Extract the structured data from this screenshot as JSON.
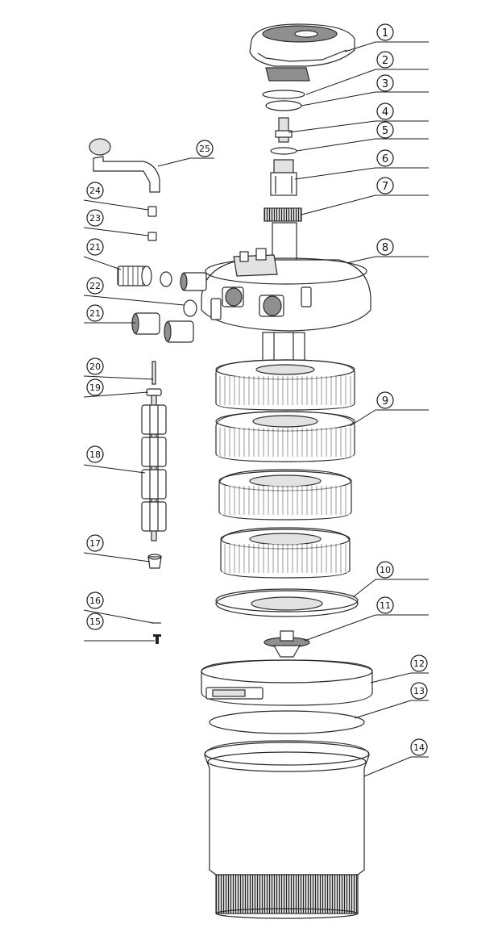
{
  "callouts": [
    "1",
    "2",
    "3",
    "4",
    "5",
    "6",
    "7",
    "8",
    "9",
    "10",
    "11",
    "12",
    "13",
    "14",
    "15",
    "16",
    "17",
    "18",
    "19",
    "20",
    "21",
    "22",
    "21",
    "23",
    "24",
    "25"
  ]
}
